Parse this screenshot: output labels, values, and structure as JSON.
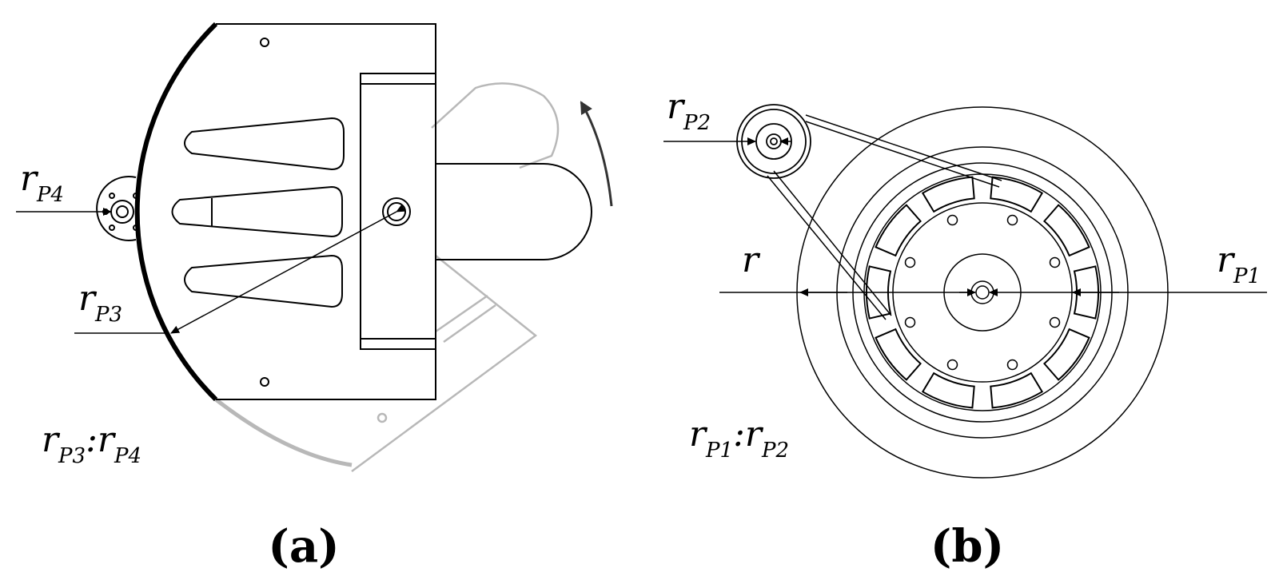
{
  "panels": [
    {
      "caption": "(a)",
      "labels": {
        "rP4": {
          "base": "r",
          "sub": "P4"
        },
        "rP3": {
          "base": "r",
          "sub": "P3"
        },
        "ratio": {
          "base1": "r",
          "sub1": "P3",
          "sep": ":",
          "base2": "r",
          "sub2": "P4"
        }
      }
    },
    {
      "caption": "(b)",
      "labels": {
        "rP2": {
          "base": "r",
          "sub": "P2"
        },
        "r": {
          "base": "r"
        },
        "rP1": {
          "base": "r",
          "sub": "P1"
        },
        "ratio": {
          "base1": "r",
          "sub1": "P1",
          "sep": ":",
          "base2": "r",
          "sub2": "P2"
        }
      }
    }
  ],
  "colors": {
    "line": "#000000",
    "ghost": "#b8b8b8",
    "arrow": "#333333"
  }
}
